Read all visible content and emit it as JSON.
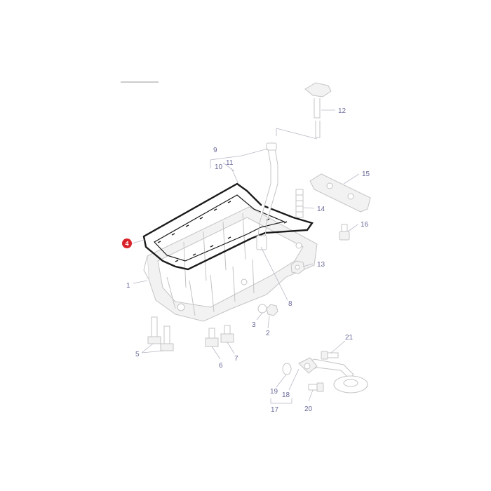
{
  "colors": {
    "highlight_marker": "#d8232a",
    "label_text": "#6a6a9a",
    "highlighted_part": "#1a1a1a",
    "line_art": "#c4c4c4"
  },
  "highlighted_callout": "4",
  "callouts": {
    "c1": "1",
    "c2": "2",
    "c3": "3",
    "c4": "4",
    "c5": "5",
    "c6": "6",
    "c7": "7",
    "c8": "8",
    "c9": "9",
    "c10": "10",
    "c11": "11",
    "c12": "12",
    "c13": "13",
    "c14": "14",
    "c15": "15",
    "c16": "16",
    "c17": "17",
    "c18": "18",
    "c19": "19",
    "c20": "20",
    "c21": "21"
  }
}
